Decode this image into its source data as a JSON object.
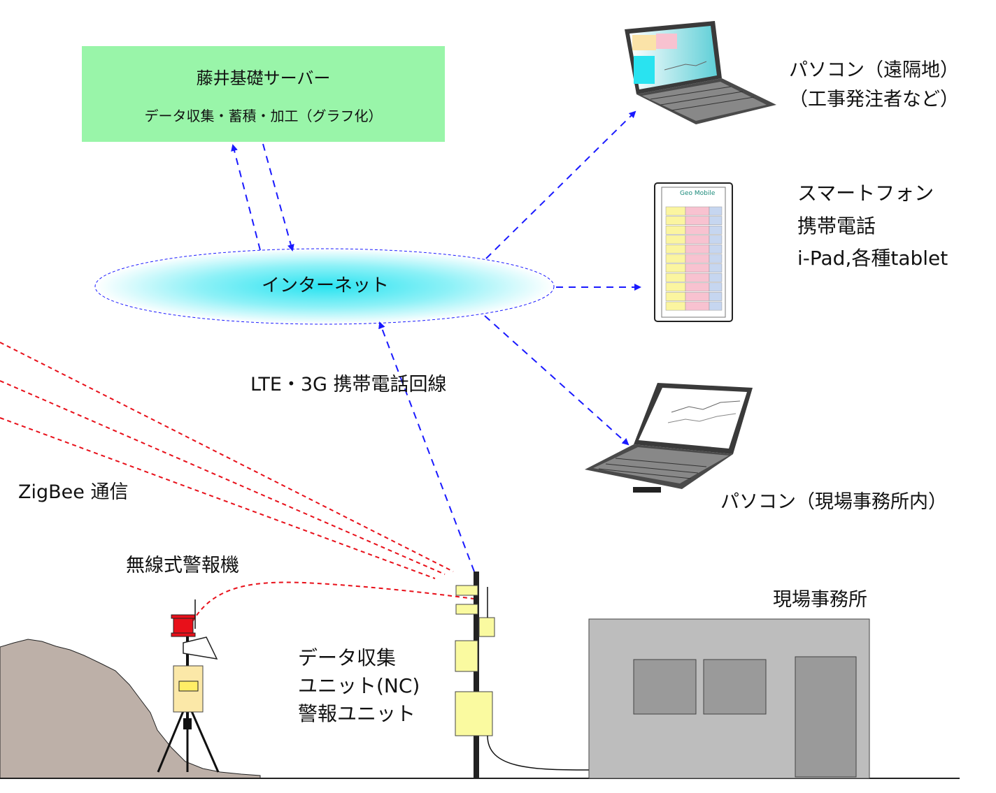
{
  "server": {
    "title": "藤井基礎サーバー",
    "subtitle": "データ収集・蓄積・加工（グラフ化）"
  },
  "internet": {
    "label": "インターネット"
  },
  "remote_pc": {
    "line1": "パソコン（遠隔地）",
    "line2": "（工事発注者など）"
  },
  "mobile": {
    "line1": "スマートフォン",
    "line2": "携帯電話",
    "line3": "i-Pad,各種tablet"
  },
  "site_pc": {
    "label": "パソコン（現場事務所内）"
  },
  "cell_link": {
    "label": "LTE・3G 携帯電話回線"
  },
  "zigbee": {
    "label": "ZigBee 通信"
  },
  "alarm": {
    "label": "無線式警報機"
  },
  "nc_unit": {
    "line1": "データ収集",
    "line2": "ユニット(NC)",
    "line3": "警報ユニット"
  },
  "office": {
    "label": "現場事務所"
  },
  "phone_screen": {
    "header": "Geo Mobile"
  },
  "colors": {
    "server_fill": "#99f5a9",
    "internet_glow": "#29e3f0",
    "arrow_blue": "#1a1aff",
    "zigbee_red": "#e8101a",
    "unit_yellow": "#fafaa0",
    "office_gray": "#bdbdbd",
    "ground_brown": "#bdb0a8"
  }
}
